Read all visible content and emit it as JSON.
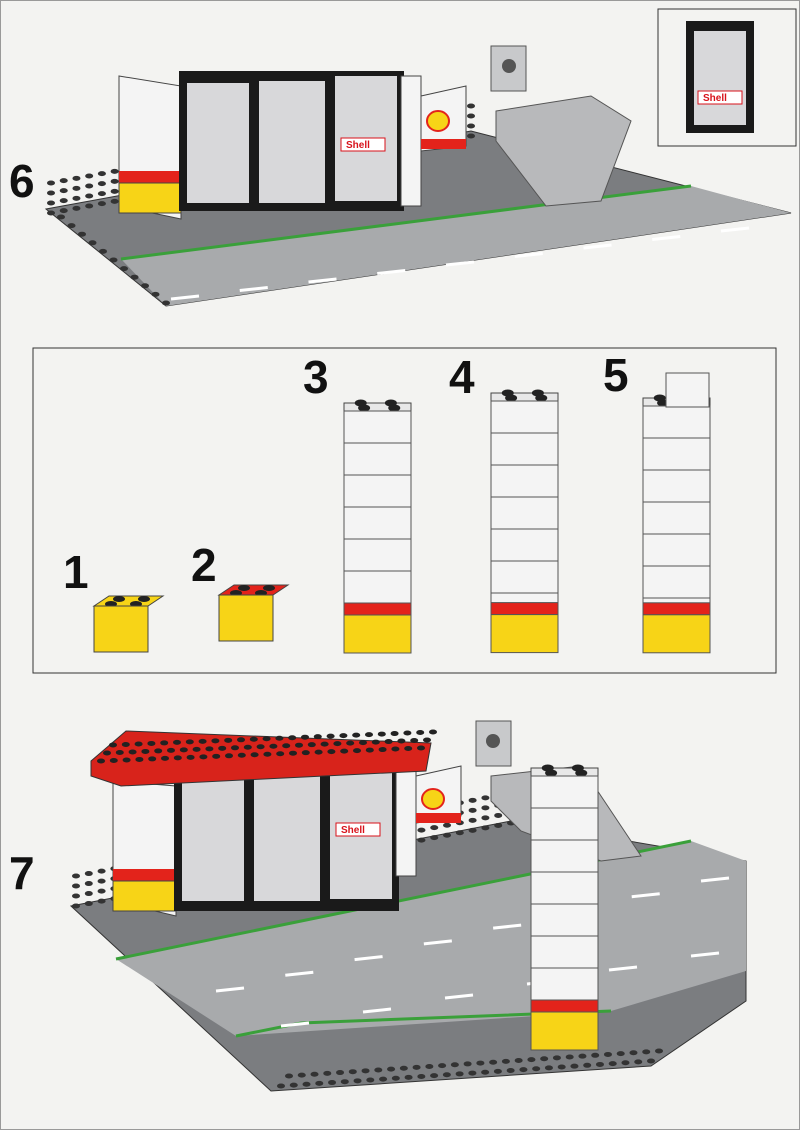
{
  "steps": {
    "step6": {
      "number": "6"
    },
    "step7": {
      "number": "7"
    },
    "sub_steps": [
      "1",
      "2",
      "3",
      "4",
      "5"
    ]
  },
  "logos": {
    "window_sign": "Shell",
    "inset_door_sign": "Shell",
    "step7_window_sign": "Shell"
  },
  "colors": {
    "white_brick": "#f4f4f4",
    "red": "#e3231b",
    "yellow": "#f7d417",
    "baseplate": "#7b7d80",
    "road": "#a7a9ab",
    "grass_line": "#3aa03a",
    "frame": "#1a1a1a"
  }
}
